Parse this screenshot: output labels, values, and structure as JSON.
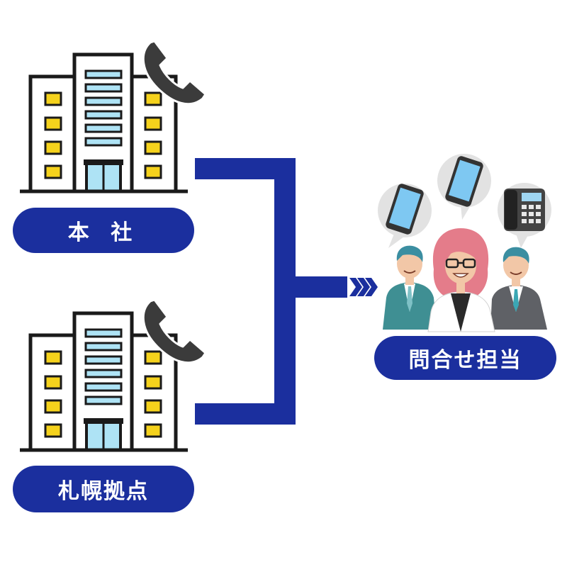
{
  "colors": {
    "accent": "#1b2f9e",
    "building_fill": "#ffffff",
    "building_outline": "#1a1a1a",
    "window_yellow": "#f5d21c",
    "window_blue": "#aee3f5",
    "phone_gray": "#3b3b3b"
  },
  "nodes": {
    "head_office": {
      "label": "本 社",
      "icons": [
        "building-icon",
        "telephone-icon"
      ]
    },
    "sapporo_branch": {
      "label": "札幌拠点",
      "icons": [
        "building-icon",
        "telephone-icon"
      ]
    },
    "inquiry_staff": {
      "label": "問合せ担当",
      "icons": [
        "smartphone-icon",
        "smartphone-icon",
        "desk-phone-icon",
        "staff-group-icon"
      ]
    }
  },
  "connector": {
    "icon": "chevron-arrows-icon"
  }
}
